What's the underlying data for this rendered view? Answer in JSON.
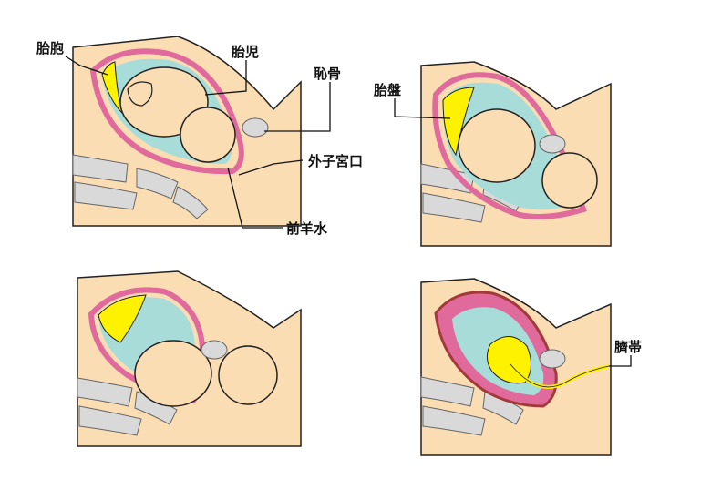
{
  "labels": {
    "amniotic_sac": "胎胞",
    "fetus": "胎児",
    "pubic_bone": "恥骨",
    "external_os": "外子宮口",
    "forewaters": "前羊水",
    "placenta": "胎盤",
    "umbilical_cord": "臍帯"
  },
  "colors": {
    "skin": "#FBDDB4",
    "outline": "#222222",
    "uterus_wall": "#E06A9C",
    "uterus_wall_dark": "#A33A3A",
    "amniotic_fluid": "#A8DCD9",
    "placenta": "#FFF200",
    "bone": "#D9D9D9",
    "bone_outline": "#666666"
  }
}
